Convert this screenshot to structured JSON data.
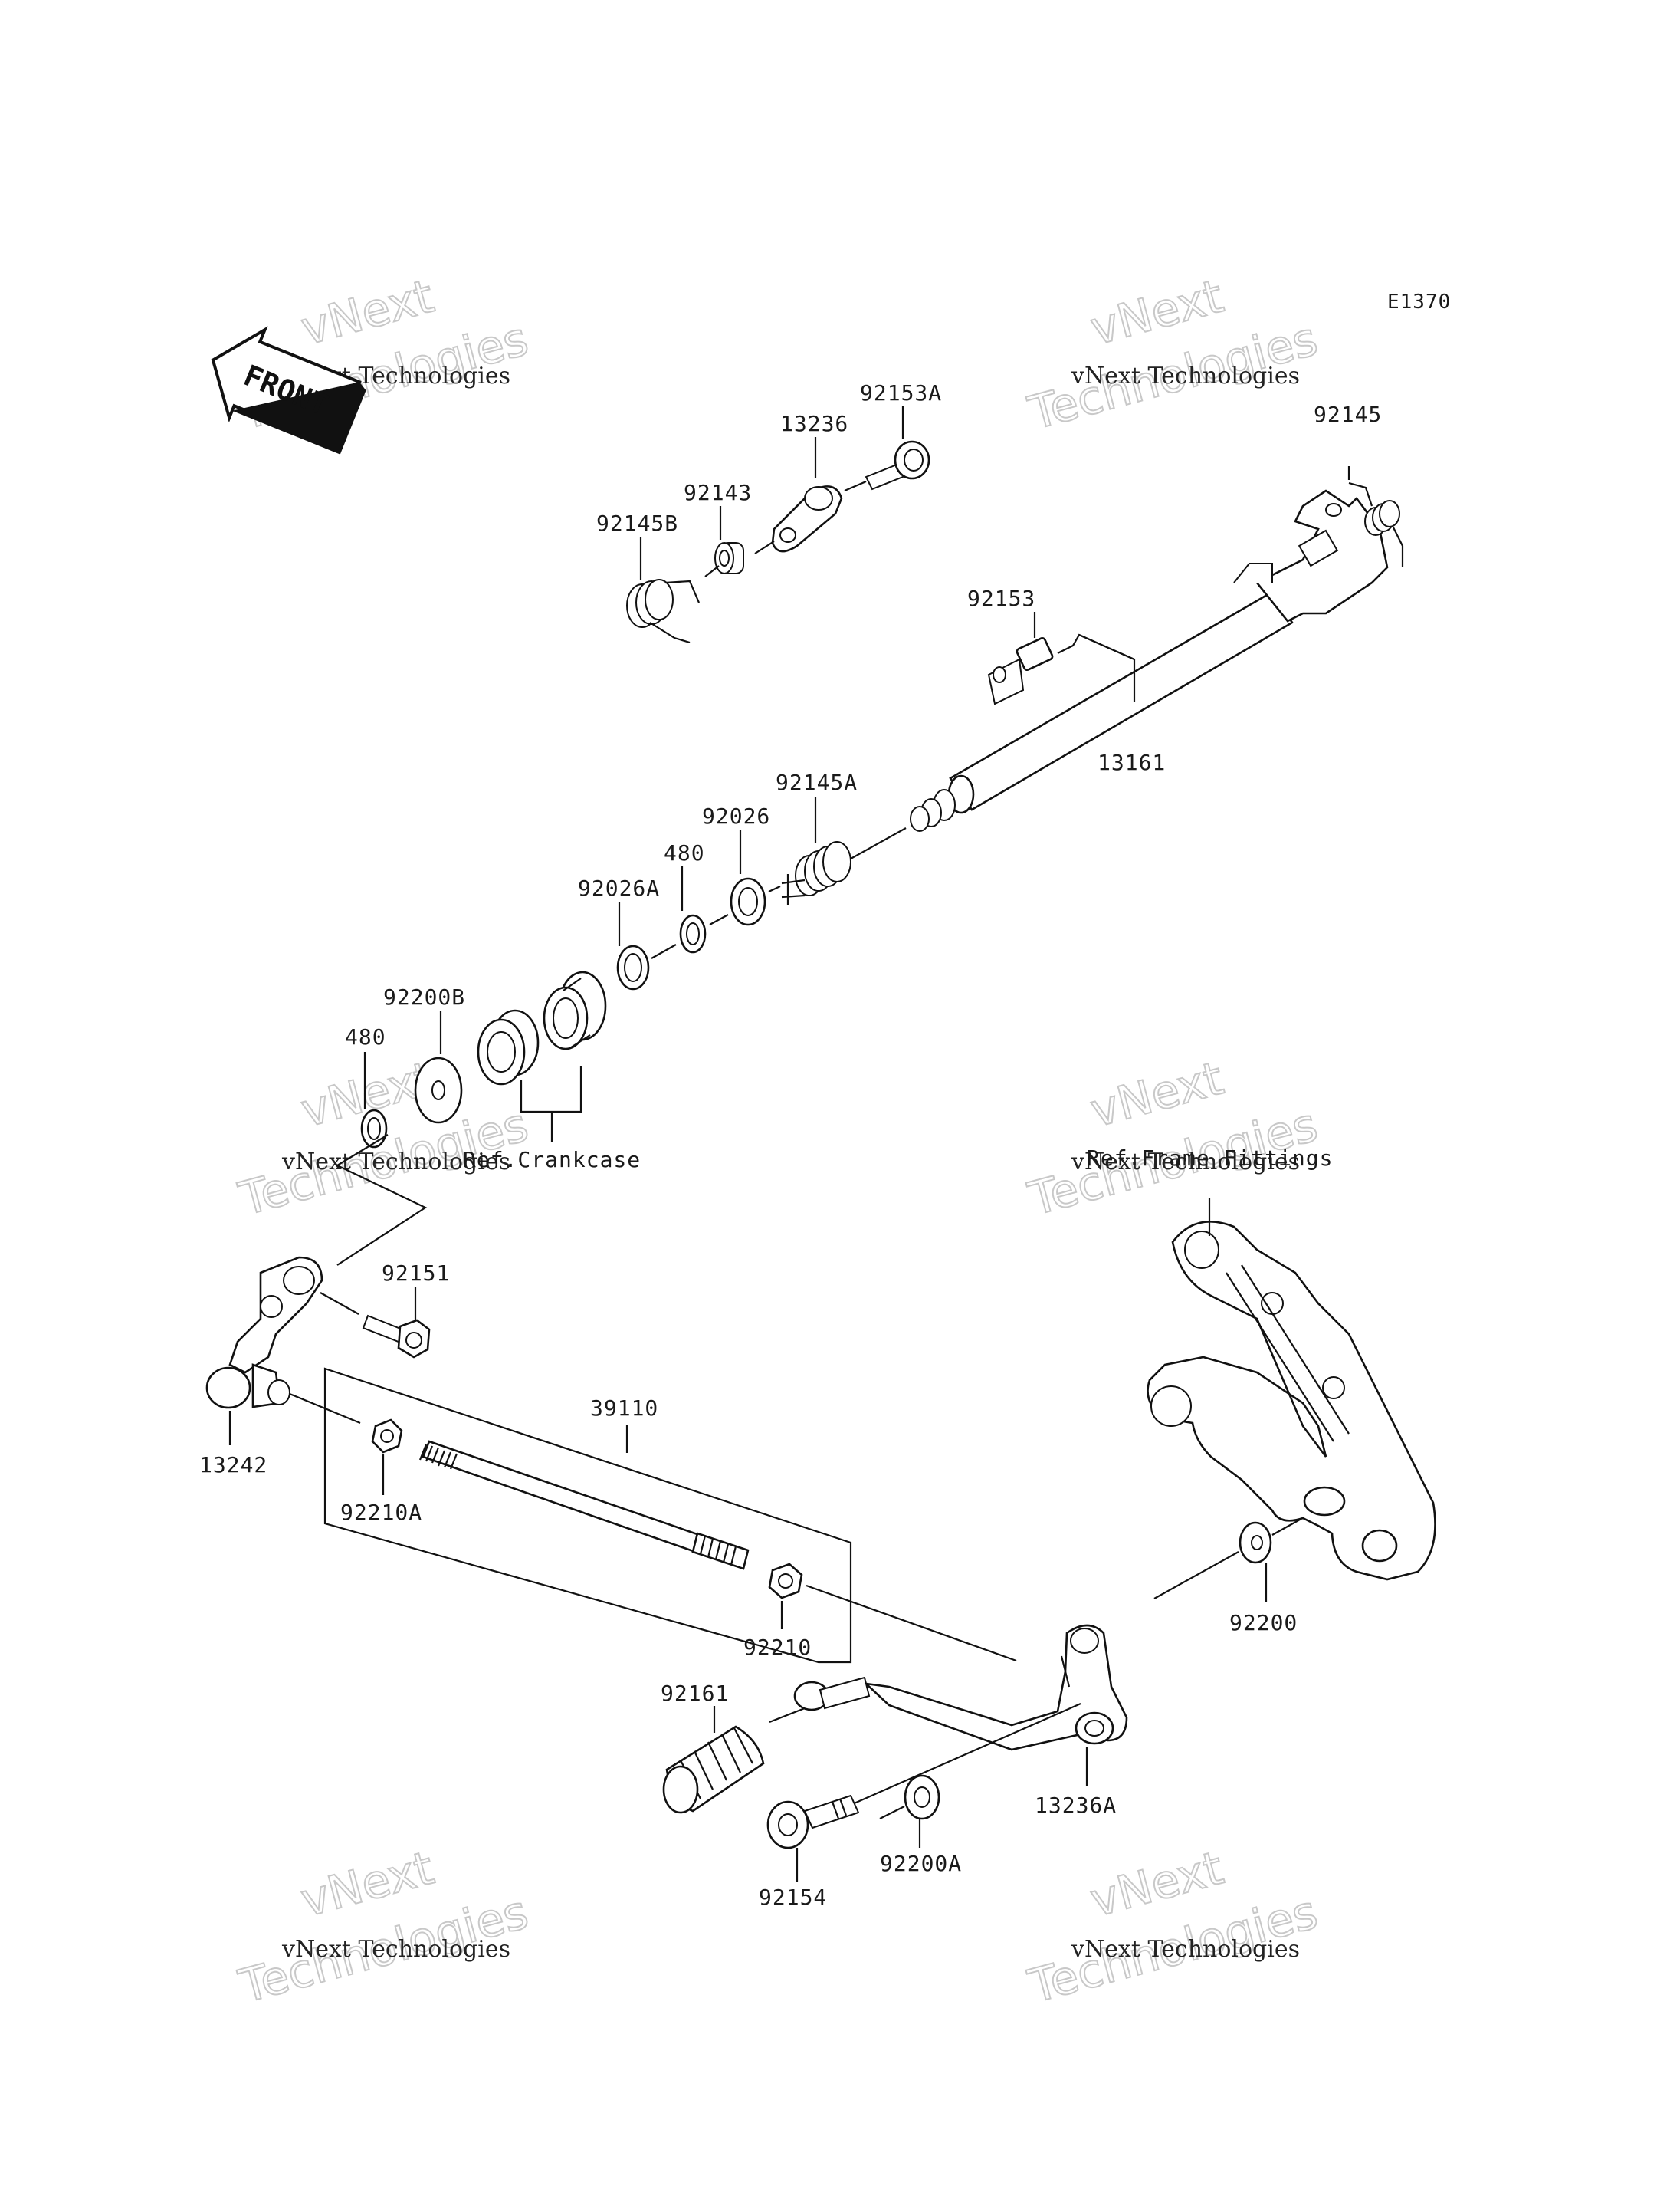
{
  "diagram": {
    "code": "E1370",
    "front_label": "FRONT",
    "parts": {
      "p92153A": "92153A",
      "p13236": "13236",
      "p92143": "92143",
      "p92145B": "92145B",
      "p92145": "92145",
      "p92153": "92153",
      "p13161": "13161",
      "p92145A": "92145A",
      "p92026": "92026",
      "p480a": "480",
      "p92026A": "92026A",
      "p92200B": "92200B",
      "p480b": "480",
      "p92151": "92151",
      "p13242": "13242",
      "p39110": "39110",
      "p92210A": "92210A",
      "p92210": "92210",
      "p92161": "92161",
      "p92200": "92200",
      "p13236A": "13236A",
      "p92200A": "92200A",
      "p92154": "92154"
    },
    "refs": {
      "crankcase": "Ref.Crankcase",
      "frame_fittings": "Ref.Frame Fittings"
    }
  },
  "watermark": {
    "small": "vNext Technologies",
    "large_1": "vNext",
    "large_2": "Technologies"
  }
}
